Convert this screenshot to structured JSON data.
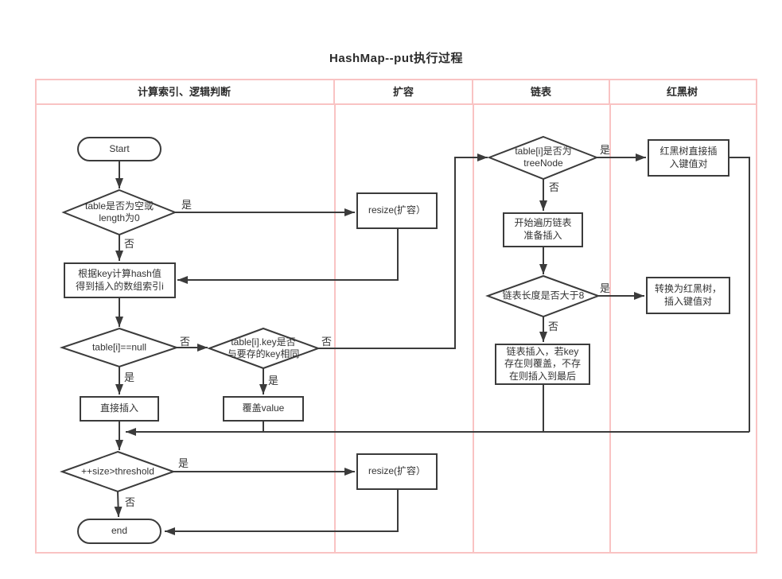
{
  "title": "HashMap--put执行过程",
  "lanes": [
    {
      "label": "计算索引、逻辑判断"
    },
    {
      "label": "扩容"
    },
    {
      "label": "链表"
    },
    {
      "label": "红黑树"
    }
  ],
  "labels": {
    "yes": "是",
    "no": "否"
  },
  "nodes": {
    "start": {
      "label": "Start"
    },
    "check_empty": {
      "label": "table是否为空或\nlength为0"
    },
    "calc_hash": {
      "label": "根据key计算hash值\n得到插入的数组索引i"
    },
    "check_null": {
      "label": "table[i]==null"
    },
    "direct_insert": {
      "label": "直接插入"
    },
    "check_same_key": {
      "label": "table[i].key是否\n与要存的key相同"
    },
    "overwrite_value": {
      "label": "覆盖value"
    },
    "resize_top": {
      "label": "resize(扩容）"
    },
    "resize_bottom": {
      "label": "resize(扩容）"
    },
    "check_treenode": {
      "label": "table[i]是否为\ntreeNode"
    },
    "traverse_list": {
      "label": "开始遍历链表\n准备插入"
    },
    "check_length": {
      "label": "链表长度是否大于8"
    },
    "list_insert": {
      "label": "链表插入，若key\n存在则覆盖，不存\n在则插入到最后"
    },
    "rbt_insert": {
      "label": "红黑树直接插\n入键值对"
    },
    "convert_rbt": {
      "label": "转换为红黑树，\n插入键值对"
    },
    "check_threshold": {
      "label": "++size>threshold"
    },
    "end": {
      "label": "end"
    }
  },
  "colors": {
    "lane_border": "#f9c3c3",
    "line": "#3b3b3b"
  }
}
